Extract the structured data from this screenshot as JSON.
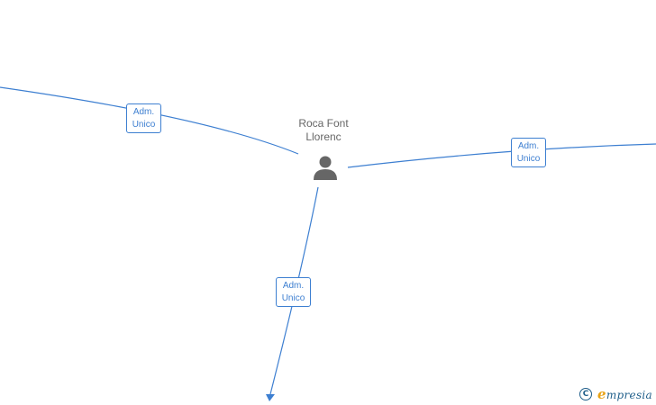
{
  "diagram": {
    "person": {
      "name_line1": "Roca Font",
      "name_line2": "Llorenc",
      "icon": "person-icon"
    },
    "edges": [
      {
        "id": "left",
        "role_line1": "Adm.",
        "role_line2": "Unico"
      },
      {
        "id": "right",
        "role_line1": "Adm.",
        "role_line2": "Unico"
      },
      {
        "id": "bottom",
        "role_line1": "Adm.",
        "role_line2": "Unico"
      }
    ],
    "colors": {
      "edge": "#3d7fd1",
      "person_icon": "#666666",
      "person_text": "#666666"
    }
  },
  "watermark": {
    "copyright_symbol": "C",
    "brand_first_letter": "e",
    "brand_rest": "mpresia"
  }
}
